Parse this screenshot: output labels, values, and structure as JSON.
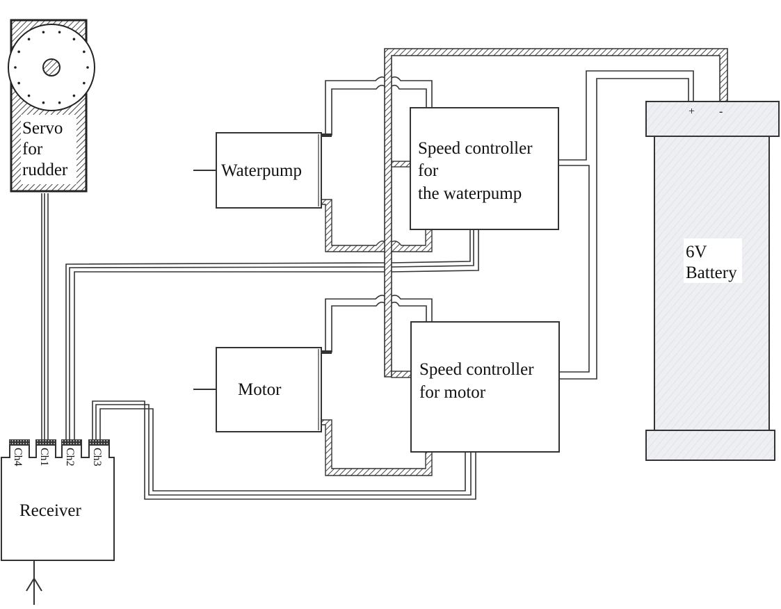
{
  "components": {
    "servo": {
      "line1": "Servo",
      "line2": "for",
      "line3": "rudder"
    },
    "waterpump": {
      "label": "Waterpump"
    },
    "motor": {
      "label": "Motor"
    },
    "esc_pump": {
      "line1": "Speed controller",
      "line2": "for",
      "line3": "the waterpump"
    },
    "esc_motor": {
      "line1": "Speed controller",
      "line2": "for motor"
    },
    "battery": {
      "line1": "6V",
      "line2": "Battery",
      "plus": "+",
      "minus": "-"
    },
    "receiver": {
      "label": "Receiver",
      "channels": [
        "Ch4",
        "Ch1",
        "Ch2",
        "Ch3"
      ]
    }
  },
  "colors": {
    "ink": "#333333",
    "hatch": "#555555",
    "battery_fill": "#eeeff2"
  }
}
